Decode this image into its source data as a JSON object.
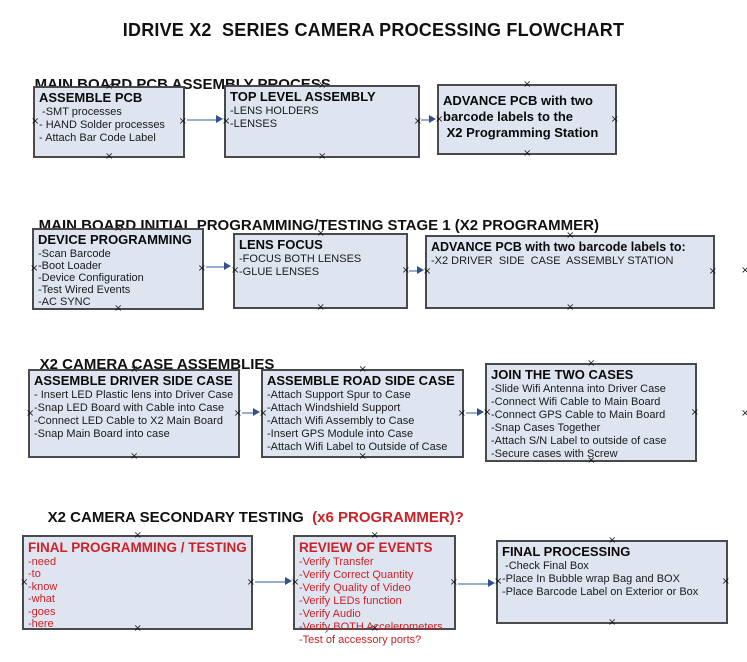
{
  "title": "IDRIVE X2  SERIES CAMERA PROCESSING FLOWCHART",
  "colors": {
    "accent_red": "#cc2127",
    "box_fill": "#dee5f0",
    "box_border": "#4a4a4a",
    "arrow_line": "#94afd2",
    "arrow_head": "#31508c"
  },
  "icons": {
    "connector_handle": "×"
  },
  "sections": [
    {
      "heading": "MAIN BOARD PCB ASSEMBLY PROCESS",
      "heading_red": "",
      "boxes": [
        {
          "title": "ASSEMBLE PCB",
          "items": [
            " -SMT processes",
            "- HAND Solder processes",
            "- Attach Bar Code Label"
          ]
        },
        {
          "title": "TOP LEVEL ASSEMBLY",
          "items": [
            "-LENS HOLDERS",
            "-LENSES"
          ]
        },
        {
          "title": "ADVANCE PCB with two\nbarcode labels to the\n X2 Programming Station",
          "items": []
        }
      ]
    },
    {
      "heading": "MAIN BOARD INITIAL PROGRAMMING/TESTING STAGE 1 (X2 PROGRAMMER)",
      "heading_red": "",
      "boxes": [
        {
          "title": "DEVICE PROGRAMMING",
          "items": [
            "-Scan Barcode",
            "-Boot Loader",
            "-Device Configuration",
            "-Test Wired Events",
            "-AC SYNC"
          ]
        },
        {
          "title": "LENS FOCUS",
          "items": [
            "-FOCUS BOTH LENSES",
            "-GLUE LENSES"
          ]
        },
        {
          "title": "ADVANCE PCB with two barcode labels to:",
          "items": [
            "-X2 DRIVER  SIDE  CASE  ASSEMBLY STATION"
          ]
        }
      ]
    },
    {
      "heading": "X2 CAMERA CASE ASSEMBLIES",
      "heading_red": "",
      "boxes": [
        {
          "title": "ASSEMBLE DRIVER SIDE CASE",
          "items": [
            "- Insert LED Plastic lens into Driver Case",
            "-Snap LED Board with Cable into Case",
            "-Connect LED Cable to X2 Main Board",
            "-Snap Main Board into case"
          ]
        },
        {
          "title": "ASSEMBLE ROAD SIDE CASE",
          "items": [
            "-Attach Support Spur to Case",
            "-Attach Windshield Support",
            "-Attach Wifi Assembly to Case",
            "-Insert GPS Module into Case",
            "-Attach Wifi Label to Outside of Case"
          ]
        },
        {
          "title": "JOIN THE TWO CASES",
          "items": [
            "-Slide Wifi Antenna into Driver Case",
            "-Connect Wifi Cable to Main Board",
            "-Connect GPS Cable to Main Board",
            "-Snap Cases Together",
            "-Attach S/N Label to outside of case",
            "-Secure cases with Screw"
          ]
        }
      ]
    },
    {
      "heading": "X2 CAMERA SECONDARY TESTING ",
      "heading_red": " (x6 PROGRAMMER)?",
      "boxes": [
        {
          "title": "FINAL PROGRAMMING / TESTING",
          "items": [
            "-need",
            "-to",
            "-know",
            "-what",
            "-goes",
            "-here"
          ]
        },
        {
          "title": "REVIEW OF EVENTS",
          "items": [
            "-Verify Transfer",
            "-Verify Correct Quantity",
            "-Verify Quality of Video",
            "-Verify LEDs function",
            "-Verify Audio",
            "-Verify BOTH Accelerometers",
            "-Test of accessory ports?"
          ]
        },
        {
          "title": "FINAL PROCESSING",
          "items": [
            " -Check Final Box",
            "-Place In Bubble wrap Bag and BOX",
            "-Place Barcode Label on Exterior or Box"
          ]
        }
      ]
    }
  ]
}
